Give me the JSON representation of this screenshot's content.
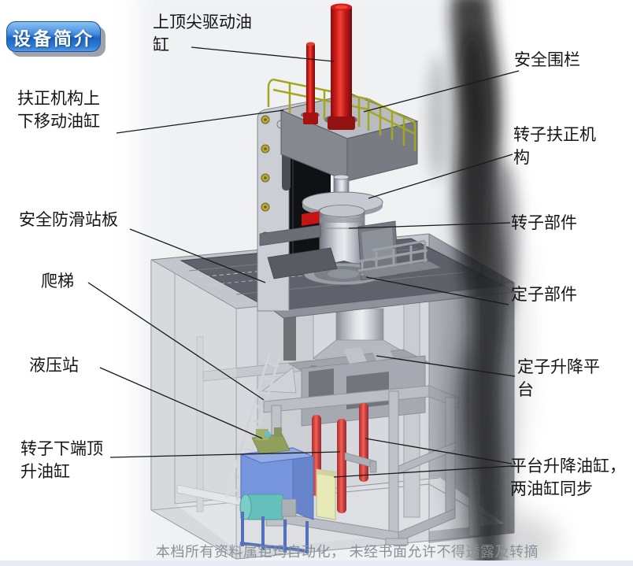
{
  "badge": {
    "label": "设备简介"
  },
  "labels": [
    {
      "id": "top-drive-cylinder",
      "lines": [
        "上顶尖驱动油",
        "缸"
      ]
    },
    {
      "id": "safety-fence",
      "lines": [
        "安全围栏"
      ]
    },
    {
      "id": "centering-mech-cylinder",
      "lines": [
        "扶正机构上",
        "下移动油缸"
      ]
    },
    {
      "id": "rotor-centering-mech",
      "lines": [
        "转子扶正机",
        "构"
      ]
    },
    {
      "id": "anti-slip-platform",
      "lines": [
        "安全防滑站板"
      ]
    },
    {
      "id": "rotor-component",
      "lines": [
        "转子部件"
      ]
    },
    {
      "id": "ladder",
      "lines": [
        "爬梯"
      ]
    },
    {
      "id": "stator-component",
      "lines": [
        "定子部件"
      ]
    },
    {
      "id": "hydraulic-station",
      "lines": [
        "液压站"
      ]
    },
    {
      "id": "stator-lift-platform",
      "lines": [
        "定子升降平",
        "台"
      ]
    },
    {
      "id": "rotor-bottom-jack",
      "lines": [
        "转子下端顶",
        "升油缸"
      ]
    },
    {
      "id": "platform-lift-cylinders",
      "lines": [
        "平台升降油缸，",
        "两油缸同步"
      ]
    }
  ],
  "watermark": "本档所有资料属钜玛自动化， 未经书面允许不得透露及转摘",
  "colors": {
    "badge_blue": "#2c79d6",
    "cylinder_red": "#cc1a1a",
    "railing_yellow": "#a3a622",
    "hydraulic_blue": "#5b80d6",
    "motor_teal": "#46b2ae",
    "panel_yellow": "#e3e6a8",
    "platform_dark": "#5f626a",
    "watermark_gray": "#8a9099"
  }
}
